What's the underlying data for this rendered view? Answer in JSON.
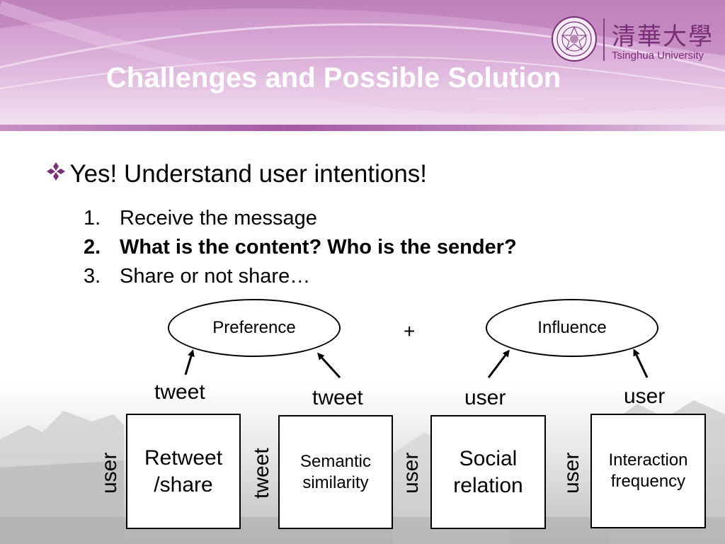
{
  "slide": {
    "title": "Challenges and Possible Solution"
  },
  "logo": {
    "chinese_name": "清華大學",
    "english_name": "Tsinghua University"
  },
  "bullet": {
    "text": "Yes! Understand user intentions!"
  },
  "steps": [
    {
      "number": "1.",
      "text": "Receive the message",
      "bold": false
    },
    {
      "number": "2.",
      "text": "What is the content? Who is the sender?",
      "bold": true
    },
    {
      "number": "3.",
      "text": "Share or not share…",
      "bold": false
    }
  ],
  "diagram": {
    "ellipses": {
      "preference": "Preference",
      "influence": "Influence"
    },
    "plus": "+",
    "boxes": {
      "retweet_line1": "Retweet",
      "retweet_line2": "/share",
      "semantic_line1": "Semantic",
      "semantic_line2": "similarity",
      "social_line1": "Social",
      "social_line2": "relation",
      "interaction_line1": "Interaction",
      "interaction_line2": "frequency"
    },
    "labels": {
      "tweet_top_1": "tweet",
      "tweet_top_2": "tweet",
      "user_top_1": "user",
      "user_top_2": "user",
      "user_side_1": "user",
      "tweet_side": "tweet",
      "user_side_2": "user",
      "user_side_3": "user"
    }
  },
  "colors": {
    "accent": "#8d3f8a",
    "header_light": "#ecd3ea",
    "bullet_icon": "#7b2e78"
  }
}
